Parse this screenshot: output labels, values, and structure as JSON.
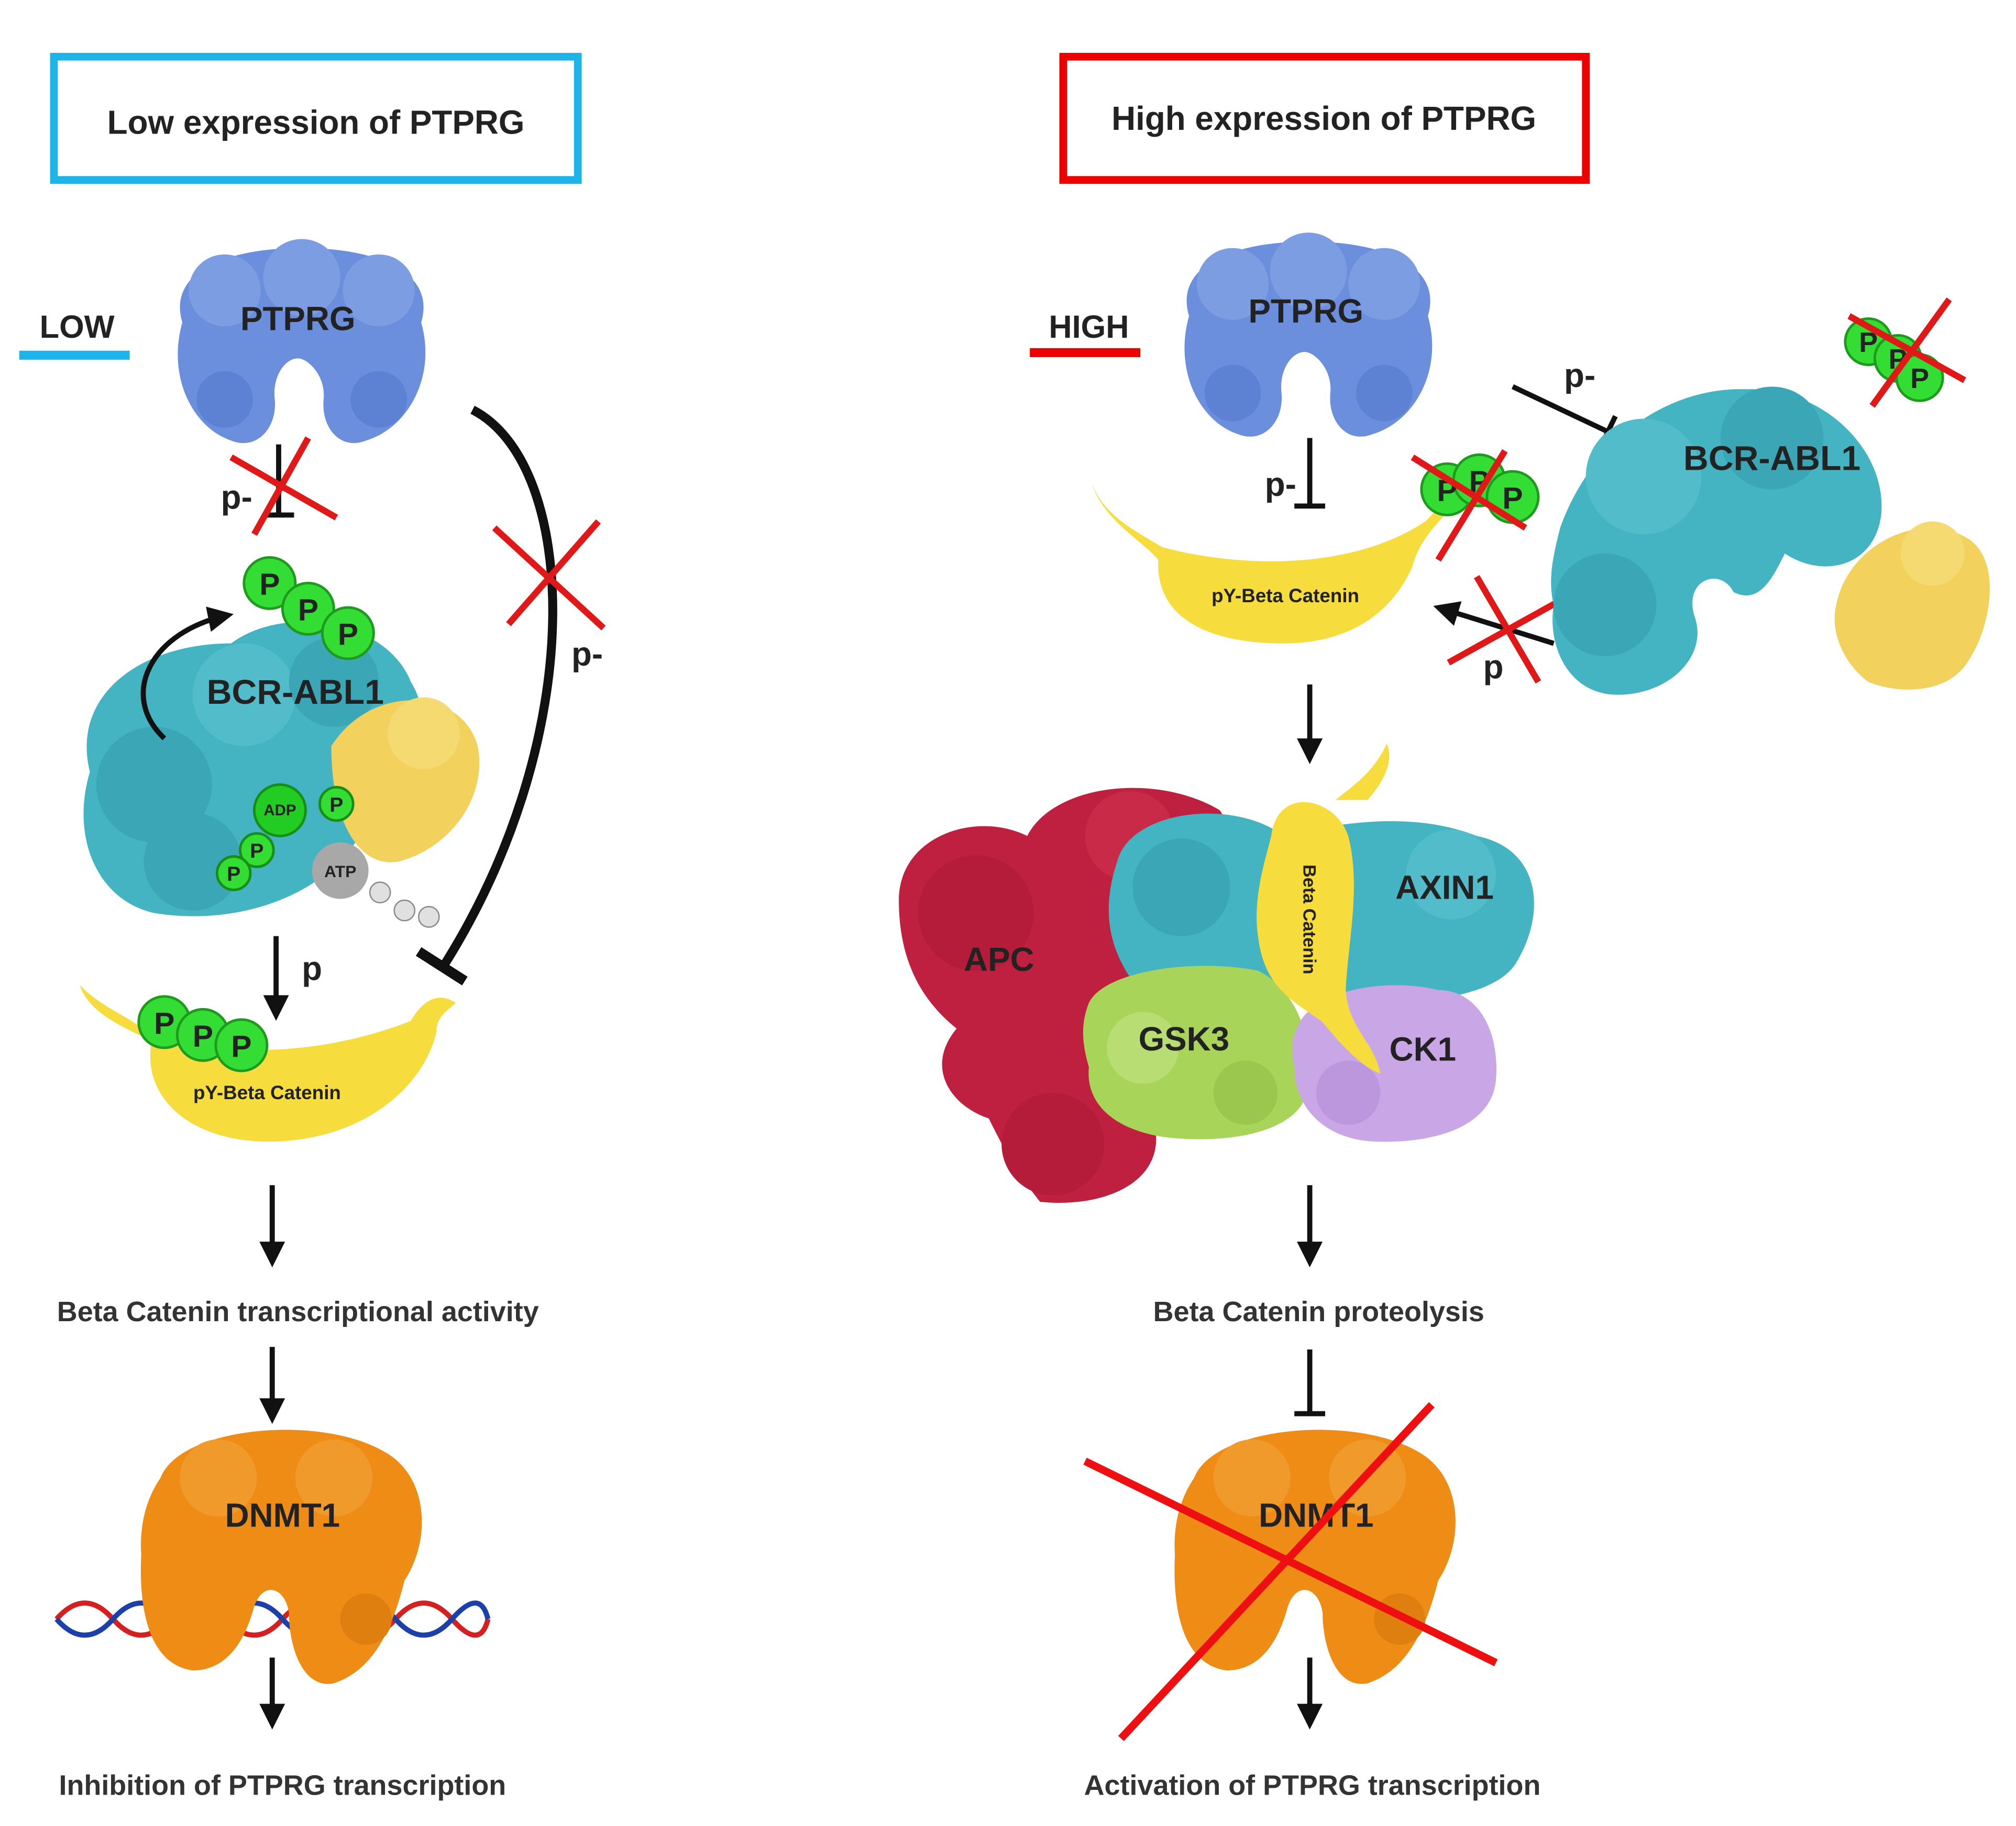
{
  "colors": {
    "low_accent": "#1fb4e8",
    "high_accent": "#ee0000",
    "ptprg": "#6b8fdc",
    "bcr_abl1": "#44b3c2",
    "beta_catenin": "#f6dd3d",
    "phospho": "#33dd33",
    "apc": "#c0203f",
    "axin1": "#44b3c2",
    "gsk3": "#a9d45a",
    "ck1": "#c9a6e6",
    "dnmt1": "#ee8c16",
    "atp": "#a8a8a8",
    "dna_red": "#d42020",
    "dna_blue": "#1c3fa8",
    "arrow": "#111111"
  },
  "left": {
    "title": "Low expression of PTPRG",
    "level": "LOW",
    "ptprg": "PTPRG",
    "bcr_abl1": "BCR-ABL1",
    "p_minus_top": "p-",
    "p_minus_side": "p-",
    "p_arrow": "p",
    "adp": "ADP",
    "atp": "ATP",
    "phos": "P",
    "beta": "pY-Beta Catenin",
    "step1": "Beta Catenin transcriptional activity",
    "dnmt1": "DNMT1",
    "result": "Inhibition of PTPRG transcription"
  },
  "right": {
    "title": "High expression of PTPRG",
    "level": "HIGH",
    "ptprg": "PTPRG",
    "bcr_abl1": "BCR-ABL1",
    "p_minus_top": "p-",
    "p_minus_bcr": "p-",
    "p_arrow": "p",
    "phos": "P",
    "beta": "pY-Beta Catenin",
    "beta_vertical": "Beta Catenin",
    "apc": "APC",
    "axin1": "AXIN1",
    "gsk3": "GSK3",
    "ck1": "CK1",
    "step1": "Beta Catenin proteolysis",
    "dnmt1": "DNMT1",
    "result": "Activation of PTPRG transcription"
  }
}
